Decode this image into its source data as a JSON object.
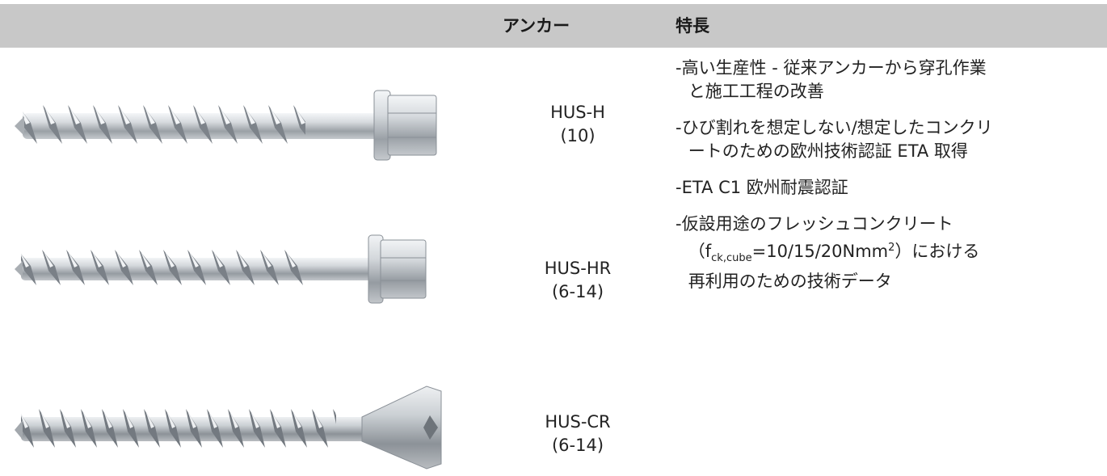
{
  "header": {
    "anchor_label": "アンカー",
    "feature_label": "特長"
  },
  "anchors": [
    {
      "name": "HUS-H",
      "range": "(10)"
    },
    {
      "name": "HUS-HR",
      "range": "(6-14)"
    },
    {
      "name": "HUS-CR",
      "range": "(6-14)"
    }
  ],
  "features": [
    {
      "line1": "-高い生産性 - 従来アンカーから穿孔作業",
      "line2": "と施工工程の改善"
    },
    {
      "line1": "-ひび割れを想定しない/想定したコンクリ",
      "line2": "ートのための欧州技術認証 ETA 取得"
    },
    {
      "line1": "-ETA C1 欧州耐震認証"
    },
    {
      "line1": "-仮設用途のフレッシュコンクリート",
      "line2_pre": "（f",
      "line2_sub": "ck,cube",
      "line2_mid": "=10/15/20Nmm",
      "line2_sup": "2",
      "line2_post": "）における",
      "line3": "再利用のための技術データ"
    }
  ],
  "colors": {
    "header_bg": "#c8c8c8",
    "text": "#1a1a1a",
    "steel_light": "#e6e9ec",
    "steel_dark": "#8a9097"
  }
}
